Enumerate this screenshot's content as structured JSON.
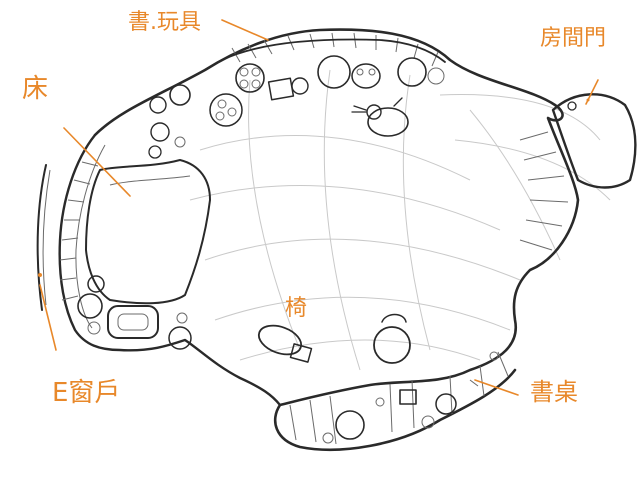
{
  "labels": {
    "toy_shelf": "書.玩具",
    "bed": "床",
    "room_door": "房間門",
    "window": "E窗戶",
    "stool": "椅",
    "bookshelf": "書桌"
  },
  "colors": {
    "annotation": "#e8882a",
    "ink": "#2a2a2a",
    "pencil": "#9a9a9a",
    "background": "#ffffff"
  }
}
